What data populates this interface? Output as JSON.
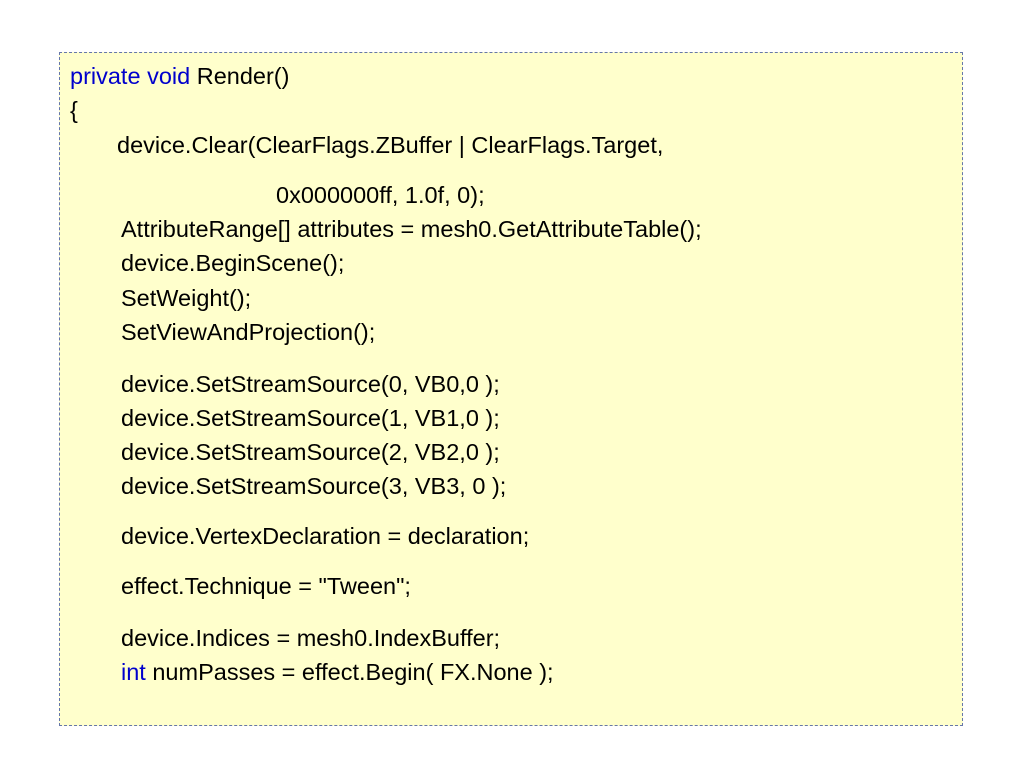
{
  "slide": {
    "code": {
      "signature_keyword_private": "private",
      "signature_keyword_void": "void",
      "signature_name": "Render()",
      "open_brace": "{",
      "clear_call_1": "device.Clear(ClearFlags.ZBuffer | ClearFlags.Target,",
      "clear_call_2": "0x000000ff, 1.0f, 0);",
      "attributes_line": "AttributeRange[] attributes = mesh0.GetAttributeTable();",
      "begin_scene": "device.BeginScene();",
      "set_weight": "SetWeight();",
      "set_view_projection": "SetViewAndProjection();",
      "stream_source_0": "device.SetStreamSource(0, VB0,0 );",
      "stream_source_1": "device.SetStreamSource(1, VB1,0 );",
      "stream_source_2": "device.SetStreamSource(2, VB2,0 );",
      "stream_source_3": "device.SetStreamSource(3, VB3, 0 );",
      "vertex_declaration": "device.VertexDeclaration = declaration;",
      "effect_technique": "effect.Technique = \"Tween\";",
      "device_indices": "device.Indices = mesh0.IndexBuffer;",
      "num_passes_keyword": "int",
      "num_passes_rest": " numPasses = effect.Begin( FX.None );"
    },
    "colors": {
      "box_background": "#ffffcc",
      "box_border": "#6677aa",
      "keyword": "#0000cc",
      "text": "#000000"
    }
  }
}
